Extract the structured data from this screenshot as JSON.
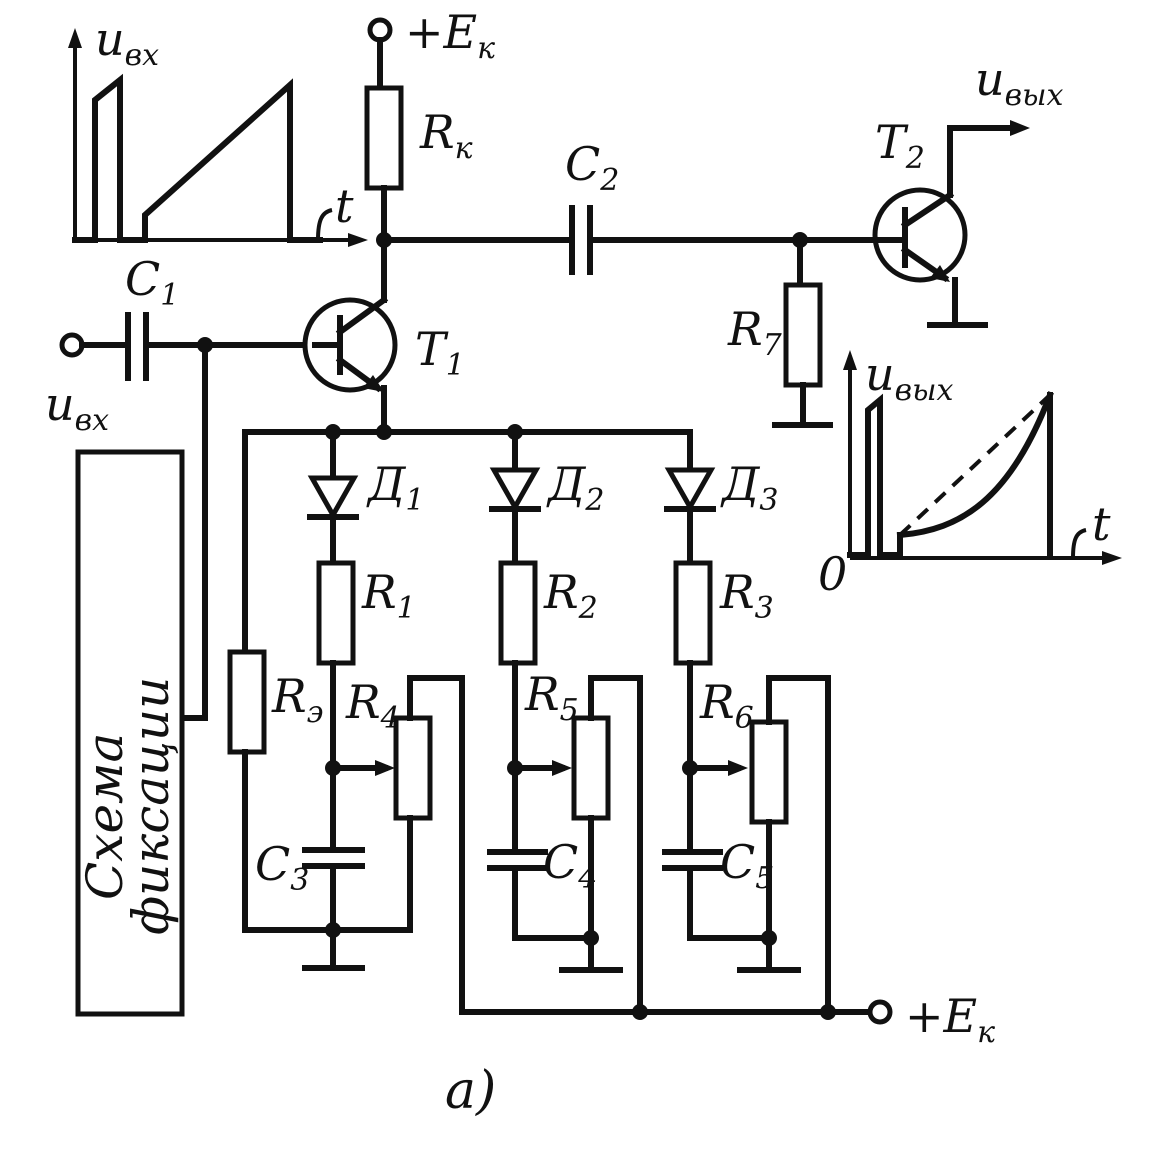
{
  "labels": {
    "ek_top": "+E",
    "ek_top_sub": "к",
    "rk": "R",
    "rk_sub": "к",
    "c1": "C",
    "c1_sub": "1",
    "c2": "C",
    "c2_sub": "2",
    "c3": "C",
    "c3_sub": "3",
    "c4": "C",
    "c4_sub": "4",
    "c5": "C",
    "c5_sub": "5",
    "t1": "T",
    "t1_sub": "1",
    "t2": "T",
    "t2_sub": "2",
    "r1": "R",
    "r1_sub": "1",
    "r2": "R",
    "r2_sub": "2",
    "r3": "R",
    "r3_sub": "3",
    "r4": "R",
    "r4_sub": "4",
    "r5": "R",
    "r5_sub": "5",
    "r6": "R",
    "r6_sub": "6",
    "r7": "R",
    "r7_sub": "7",
    "re": "R",
    "re_sub": "э",
    "d1": "Д",
    "d1_sub": "1",
    "d2": "Д",
    "d2_sub": "2",
    "d3": "Д",
    "d3_sub": "3",
    "u_in_input": "u",
    "u_in_input_sub": "вх",
    "u_in_graph": "u",
    "u_in_graph_sub": "вх",
    "u_out_t2": "u",
    "u_out_t2_sub": "вых",
    "u_out_graph": "u",
    "u_out_graph_sub": "вых",
    "t_in": "t",
    "t_out": "t",
    "origin_out": "0",
    "ek_bottom": "+E",
    "ek_bottom_sub": "к",
    "fixation_line1": "Схема",
    "fixation_line2": "фиксации",
    "caption": "а)"
  }
}
